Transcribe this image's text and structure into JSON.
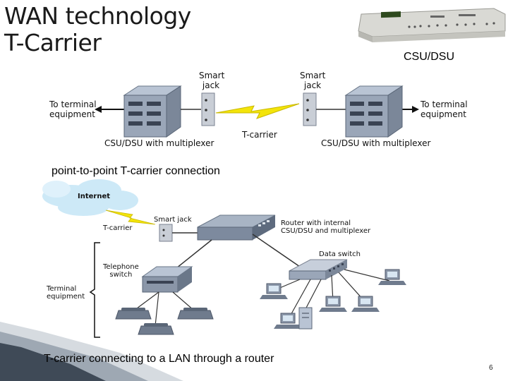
{
  "slide": {
    "title_line1": "WAN technology",
    "title_line2": "T-Carrier",
    "device_label": "CSU/DSU",
    "page_number": "6"
  },
  "diagram1": {
    "caption": "point-to-point T-carrier connection",
    "left_terminal_line1": "To terminal",
    "left_terminal_line2": "equipment",
    "right_terminal_line1": "To terminal",
    "right_terminal_line2": "equipment",
    "left_jack_line1": "Smart",
    "left_jack_line2": "jack",
    "right_jack_line1": "Smart",
    "right_jack_line2": "jack",
    "carrier": "T-carrier",
    "left_mux": "CSU/DSU with multiplexer",
    "right_mux": "CSU/DSU with multiplexer"
  },
  "diagram2": {
    "caption": "T-carrier connecting to a LAN through a router",
    "internet": "Internet",
    "smart_jack": "Smart jack",
    "carrier": "T-carrier",
    "router_line1": "Router with internal",
    "router_line2": "CSU/DSU and multiplexer",
    "data_switch": "Data switch",
    "phone_switch_line1": "Telephone",
    "phone_switch_line2": "switch",
    "terminal_line1": "Terminal",
    "terminal_line2": "equipment"
  }
}
